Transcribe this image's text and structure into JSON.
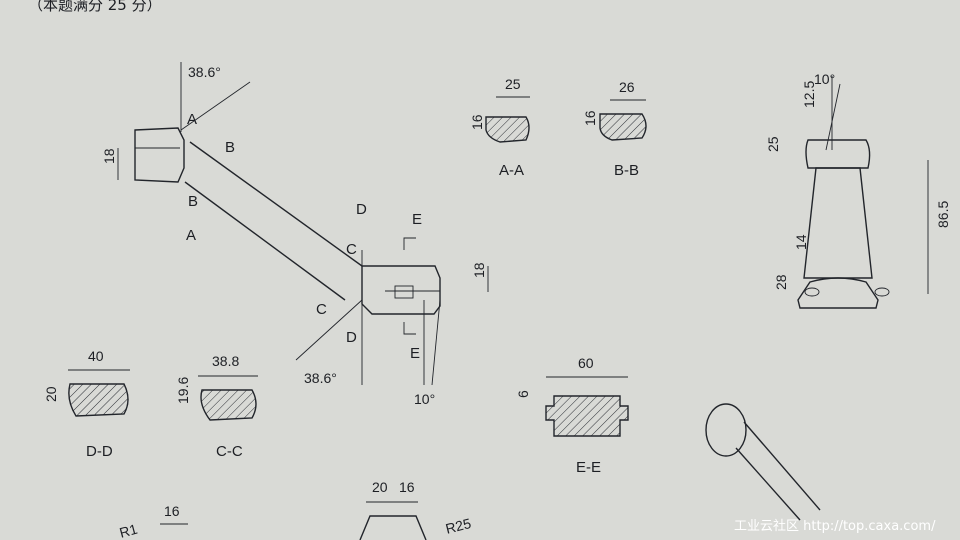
{
  "header": {
    "text": "（本题满分 25 分）"
  },
  "main_view": {
    "angle_top": "38.6°",
    "angle_bottom": "38.6°",
    "angle_right": "10°",
    "dim_left_height": "18",
    "dim_right_height": "18",
    "section_marks": [
      "A",
      "A",
      "B",
      "B",
      "C",
      "C",
      "D",
      "D",
      "E",
      "E"
    ]
  },
  "sections": {
    "a_a": {
      "title": "A-A",
      "width": "25",
      "height": "16"
    },
    "b_b": {
      "title": "B-B",
      "width": "26",
      "height": "16"
    },
    "c_c": {
      "title": "C-C",
      "width": "38.8",
      "height": "19.6"
    },
    "d_d": {
      "title": "D-D",
      "width": "40",
      "height": "20"
    },
    "e_e": {
      "title": "E-E",
      "width": "60",
      "height": "6"
    }
  },
  "side_view": {
    "angle": "10°",
    "dim_12_5": "12.5",
    "dim_25": "25",
    "dim_14": "14",
    "dim_28": "28",
    "dim_86_5": "86.5"
  },
  "bottom_partial": {
    "dim_16_left": "16",
    "dim_20": "20",
    "dim_16_right": "16",
    "radius_r25": "R25",
    "radius_r_cut": "R1"
  },
  "watermark": {
    "text": "工业云社区 http://top.caxa.com/"
  }
}
